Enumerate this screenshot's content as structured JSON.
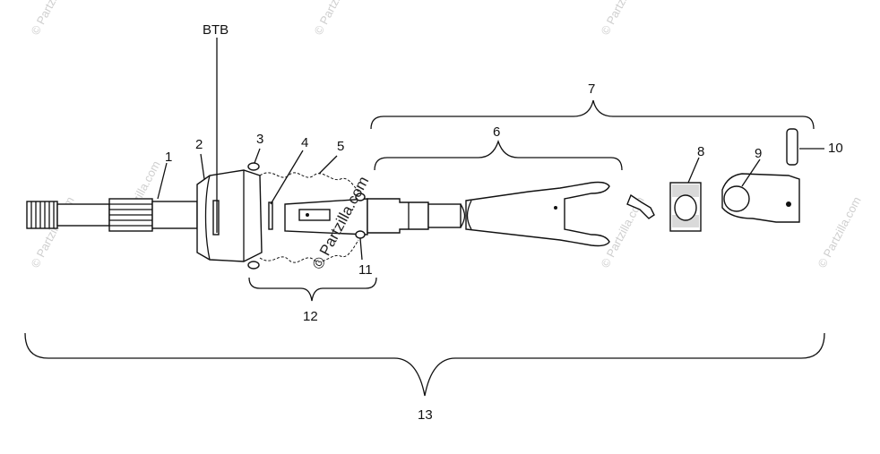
{
  "labels": {
    "p1": "1",
    "p2": "2",
    "p3": "3",
    "p4": "4",
    "p5": "5",
    "p6": "6",
    "p7": "7",
    "p8": "8",
    "p9": "9",
    "p10": "10",
    "p11": "11",
    "p12": "12",
    "p13": "13",
    "btb": "BTB"
  },
  "watermarks": {
    "small": "© Partzilla.com",
    "center": "© Partzilla.com"
  },
  "colors": {
    "line": "#111111",
    "watermark": "#cfcfcf",
    "shade": "#d9d9d9"
  }
}
